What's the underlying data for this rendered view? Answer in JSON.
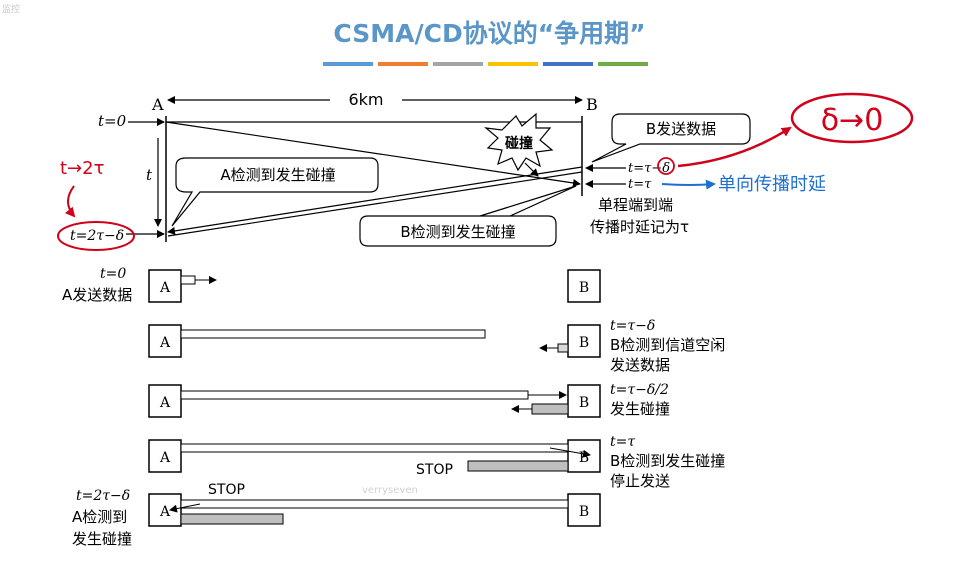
{
  "header": {
    "title": "CSMA/CD协议的“争用期”",
    "corner_mark": "监控",
    "watermark": "verryseven",
    "color_bar": [
      "#5b9bd5",
      "#ed7d31",
      "#a5a5a5",
      "#ffc000",
      "#4472c4",
      "#70ad47"
    ]
  },
  "top_diagram": {
    "node_a": "A",
    "node_b": "B",
    "distance": "6km",
    "t0": "t=0",
    "t_axis": "t",
    "t_end": "t=2τ−δ",
    "t_tau_delta": "t=τ−δ",
    "t_tau": "t=τ",
    "collision": "碰撞",
    "bubble_a_detect": "A检测到发生碰撞",
    "bubble_b_send": "B发送数据",
    "bubble_b_detect": "B检测到发生碰撞",
    "note_line1": "单程端到端",
    "note_line2": "传播时延记为τ"
  },
  "annotations": {
    "red_top": "δ→0",
    "red_left": "t→2τ",
    "blue_right": "单向传播时延"
  },
  "timeline": [
    {
      "node_a": "A",
      "node_b": "B",
      "left_lines": [
        "t=0",
        "A发送数据"
      ],
      "right_lines": []
    },
    {
      "node_a": "A",
      "node_b": "B",
      "left_lines": [],
      "right_lines": [
        "t=τ−δ",
        "B检测到信道空闲",
        "发送数据"
      ]
    },
    {
      "node_a": "A",
      "node_b": "B",
      "left_lines": [],
      "right_lines": [
        "t=τ−δ/2",
        "发生碰撞"
      ]
    },
    {
      "node_a": "A",
      "node_b": "B",
      "left_lines": [],
      "right_lines": [
        "t=τ",
        "B检测到发生碰撞",
        "停止发送"
      ],
      "stop": "STOP"
    },
    {
      "node_a": "A",
      "node_b": "B",
      "left_lines": [
        "t=2τ−δ",
        "A检测到",
        "发生碰撞"
      ],
      "right_lines": [],
      "stop": "STOP"
    }
  ]
}
